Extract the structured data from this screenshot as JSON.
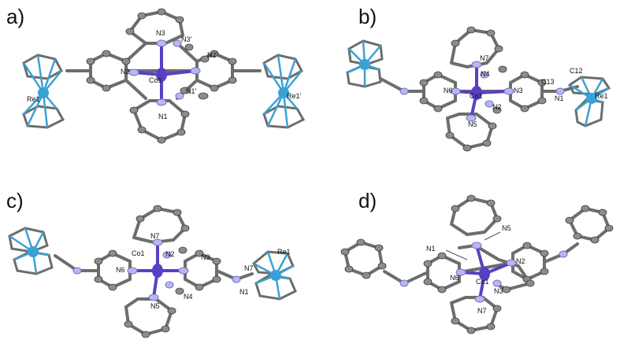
{
  "colors": {
    "carbon": "#8c8c8c",
    "carbon_edge": "#3a3a3a",
    "nitrogen": "#b7b8ee",
    "nitrogen_edge": "#6f71c9",
    "cobalt": "#5a3fc4",
    "rhenium": "#3aa1d6",
    "bond": "#6d6d6d"
  },
  "panels": [
    {
      "label": "a)",
      "atoms": {
        "N3": "N3",
        "N3p": "N3'",
        "N2p": "N2'",
        "N2": "N2",
        "Co1": "Co1",
        "N1p": "N1'",
        "N1": "N1",
        "Re1": "Re1",
        "Re1p": "Re1'"
      }
    },
    {
      "label": "b)",
      "atoms": {
        "N7": "N7",
        "N4": "N4",
        "N6": "N6",
        "Co1": "Co1",
        "N3": "N3",
        "N2": "N2",
        "N5": "N5",
        "C13": "C13",
        "C12": "C12",
        "N1": "N1",
        "Re1": "Re1"
      }
    },
    {
      "label": "c)",
      "atoms": {
        "Co1": "Co1",
        "N7": "N7",
        "N2": "N2",
        "N3": "N3",
        "N6": "N6",
        "N5": "N5",
        "N4": "N4",
        "Re1": "Re1",
        "N7b": "N7",
        "N1": "N1"
      }
    },
    {
      "label": "d)",
      "atoms": {
        "N5": "N5",
        "N1": "N1",
        "N2": "N2",
        "N6": "N6",
        "Co1": "Co1",
        "N3": "N3",
        "N7": "N7"
      }
    }
  ]
}
